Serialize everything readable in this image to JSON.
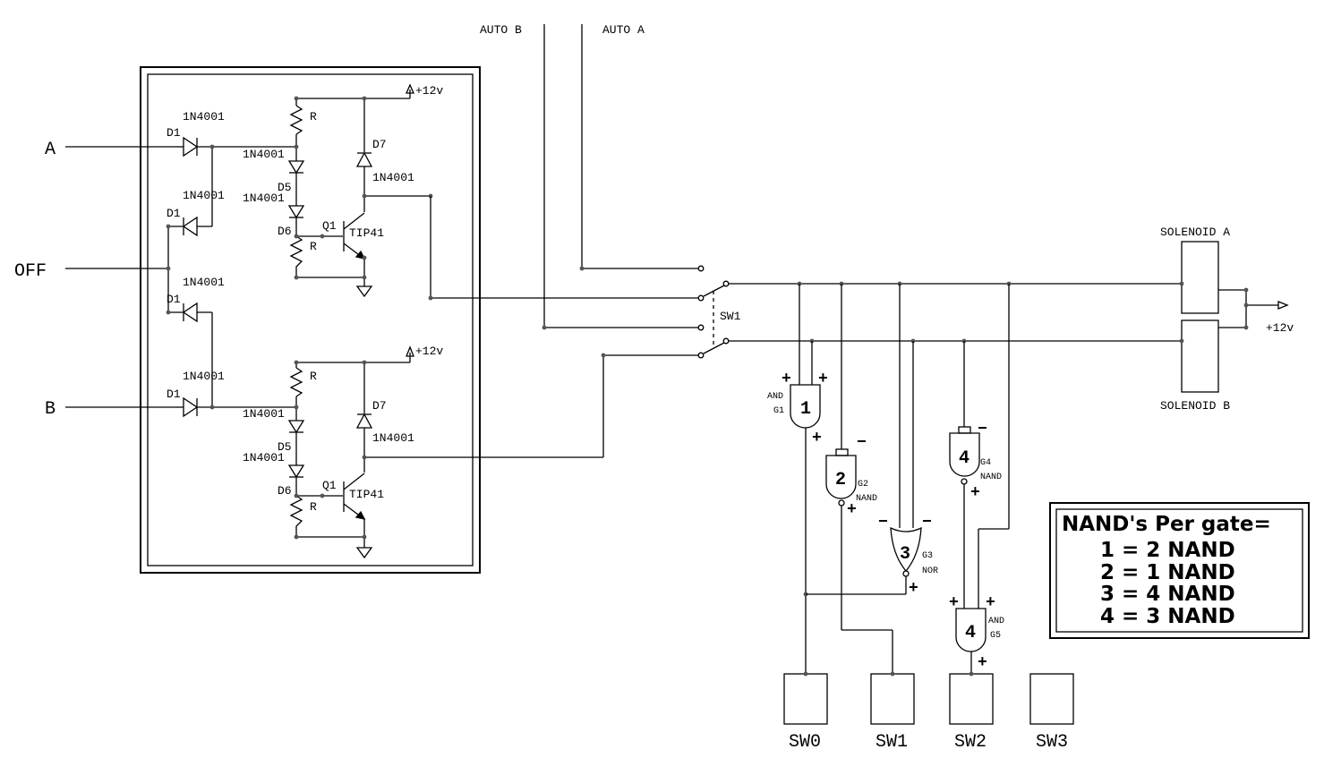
{
  "inputs": {
    "a": "A",
    "off": "OFF",
    "b": "B"
  },
  "auto": {
    "b": "AUTO B",
    "a": "AUTO A"
  },
  "diodes": {
    "d1": "D1",
    "d5": "D5",
    "d6": "D6",
    "d7": "D7",
    "part": "1N4001"
  },
  "resistor": "R",
  "transistor": {
    "ref": "Q1",
    "part": "TIP41"
  },
  "supply": "+12v",
  "switch": "SW1",
  "solenoids": {
    "a": "SOLENOID A",
    "b": "SOLENOID B"
  },
  "gates": {
    "g1": {
      "num": "1",
      "type": "AND",
      "ref": "G1"
    },
    "g2": {
      "num": "2",
      "ref": "G2",
      "type": "NAND"
    },
    "g3": {
      "num": "3",
      "ref": "G3",
      "type": "NOR"
    },
    "g4": {
      "num": "4",
      "ref": "G4",
      "type": "NAND"
    },
    "g5": {
      "num": "4",
      "type": "AND",
      "ref": "G5"
    }
  },
  "signs": {
    "plus": "+",
    "minus": "−"
  },
  "switches": [
    "SW0",
    "SW1",
    "SW2",
    "SW3"
  ],
  "legend": {
    "title": "NAND's Per gate=",
    "rows": [
      "1 = 2 NAND",
      "2 = 1 NAND",
      "3 = 4 NAND",
      "4 = 3 NAND"
    ]
  }
}
